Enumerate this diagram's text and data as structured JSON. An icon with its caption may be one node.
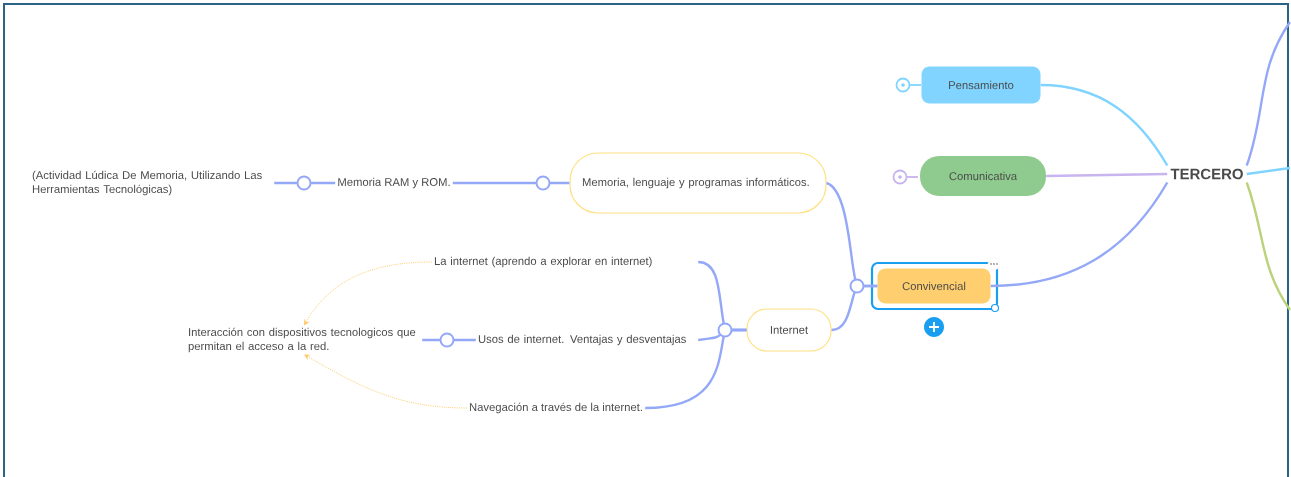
{
  "diagram": {
    "nodes": [
      {
        "text": [
          "TERCERO"
        ]
      },
      {
        "text": [
          "Pensamiento"
        ]
      },
      {
        "text": [
          "Comunicativa"
        ]
      },
      {
        "text": [
          "Convivencial"
        ]
      },
      {
        "text": [
          "Memoria, lenguaje y programas informáticos."
        ]
      },
      {
        "text": [
          "Internet"
        ]
      },
      {
        "text": [
          "Memoria RAM y ROM."
        ]
      },
      {
        "text": [
          "(Actividad Lúdica De Memoria, Utilizando Las Herramientas Tecnológicas)"
        ]
      },
      {
        "text": [
          "La internet (aprendo a explorar en internet)"
        ]
      },
      {
        "text": [
          "Usos de internet. Ventajas y desventajas"
        ]
      },
      {
        "text": [
          "Navegación a través de la internet."
        ]
      },
      {
        "text": [
          "Interacción con dispositivos tecnologicos que permitan el acceso a la red."
        ]
      }
    ],
    "edges": [
      {
        "from": 0,
        "to": 1,
        "arrow": "none",
        "color": "#80d4ff"
      },
      {
        "from": 0,
        "to": 2,
        "arrow": "none",
        "color": "#c8b4ee"
      },
      {
        "from": 0,
        "to": 3,
        "arrow": "none"
      },
      {
        "from": 3,
        "to": 4,
        "arrow": "none"
      },
      {
        "from": 3,
        "to": 5,
        "arrow": "none"
      },
      {
        "from": 4,
        "to": 6,
        "arrow": "none"
      },
      {
        "from": 6,
        "to": 7,
        "arrow": "none"
      },
      {
        "from": 5,
        "to": 8,
        "arrow": "none"
      },
      {
        "from": 5,
        "to": 9,
        "arrow": "none"
      },
      {
        "from": 5,
        "to": 10,
        "arrow": "none"
      },
      {
        "from": 9,
        "to": 11,
        "arrow": "none"
      },
      {
        "from": 8,
        "to": 11,
        "arrow": "to",
        "style": "dashed",
        "color": "#ffc96b"
      },
      {
        "from": 10,
        "to": 11,
        "arrow": "to",
        "style": "dashed",
        "color": "#ffc96b"
      },
      {
        "from": 0,
        "to": null,
        "arrow": "none"
      },
      {
        "from": 0,
        "to": null,
        "arrow": "none",
        "color": "#80d4ff"
      },
      {
        "from": 0,
        "to": null,
        "arrow": "none",
        "color": "#b9d37a"
      }
    ]
  }
}
